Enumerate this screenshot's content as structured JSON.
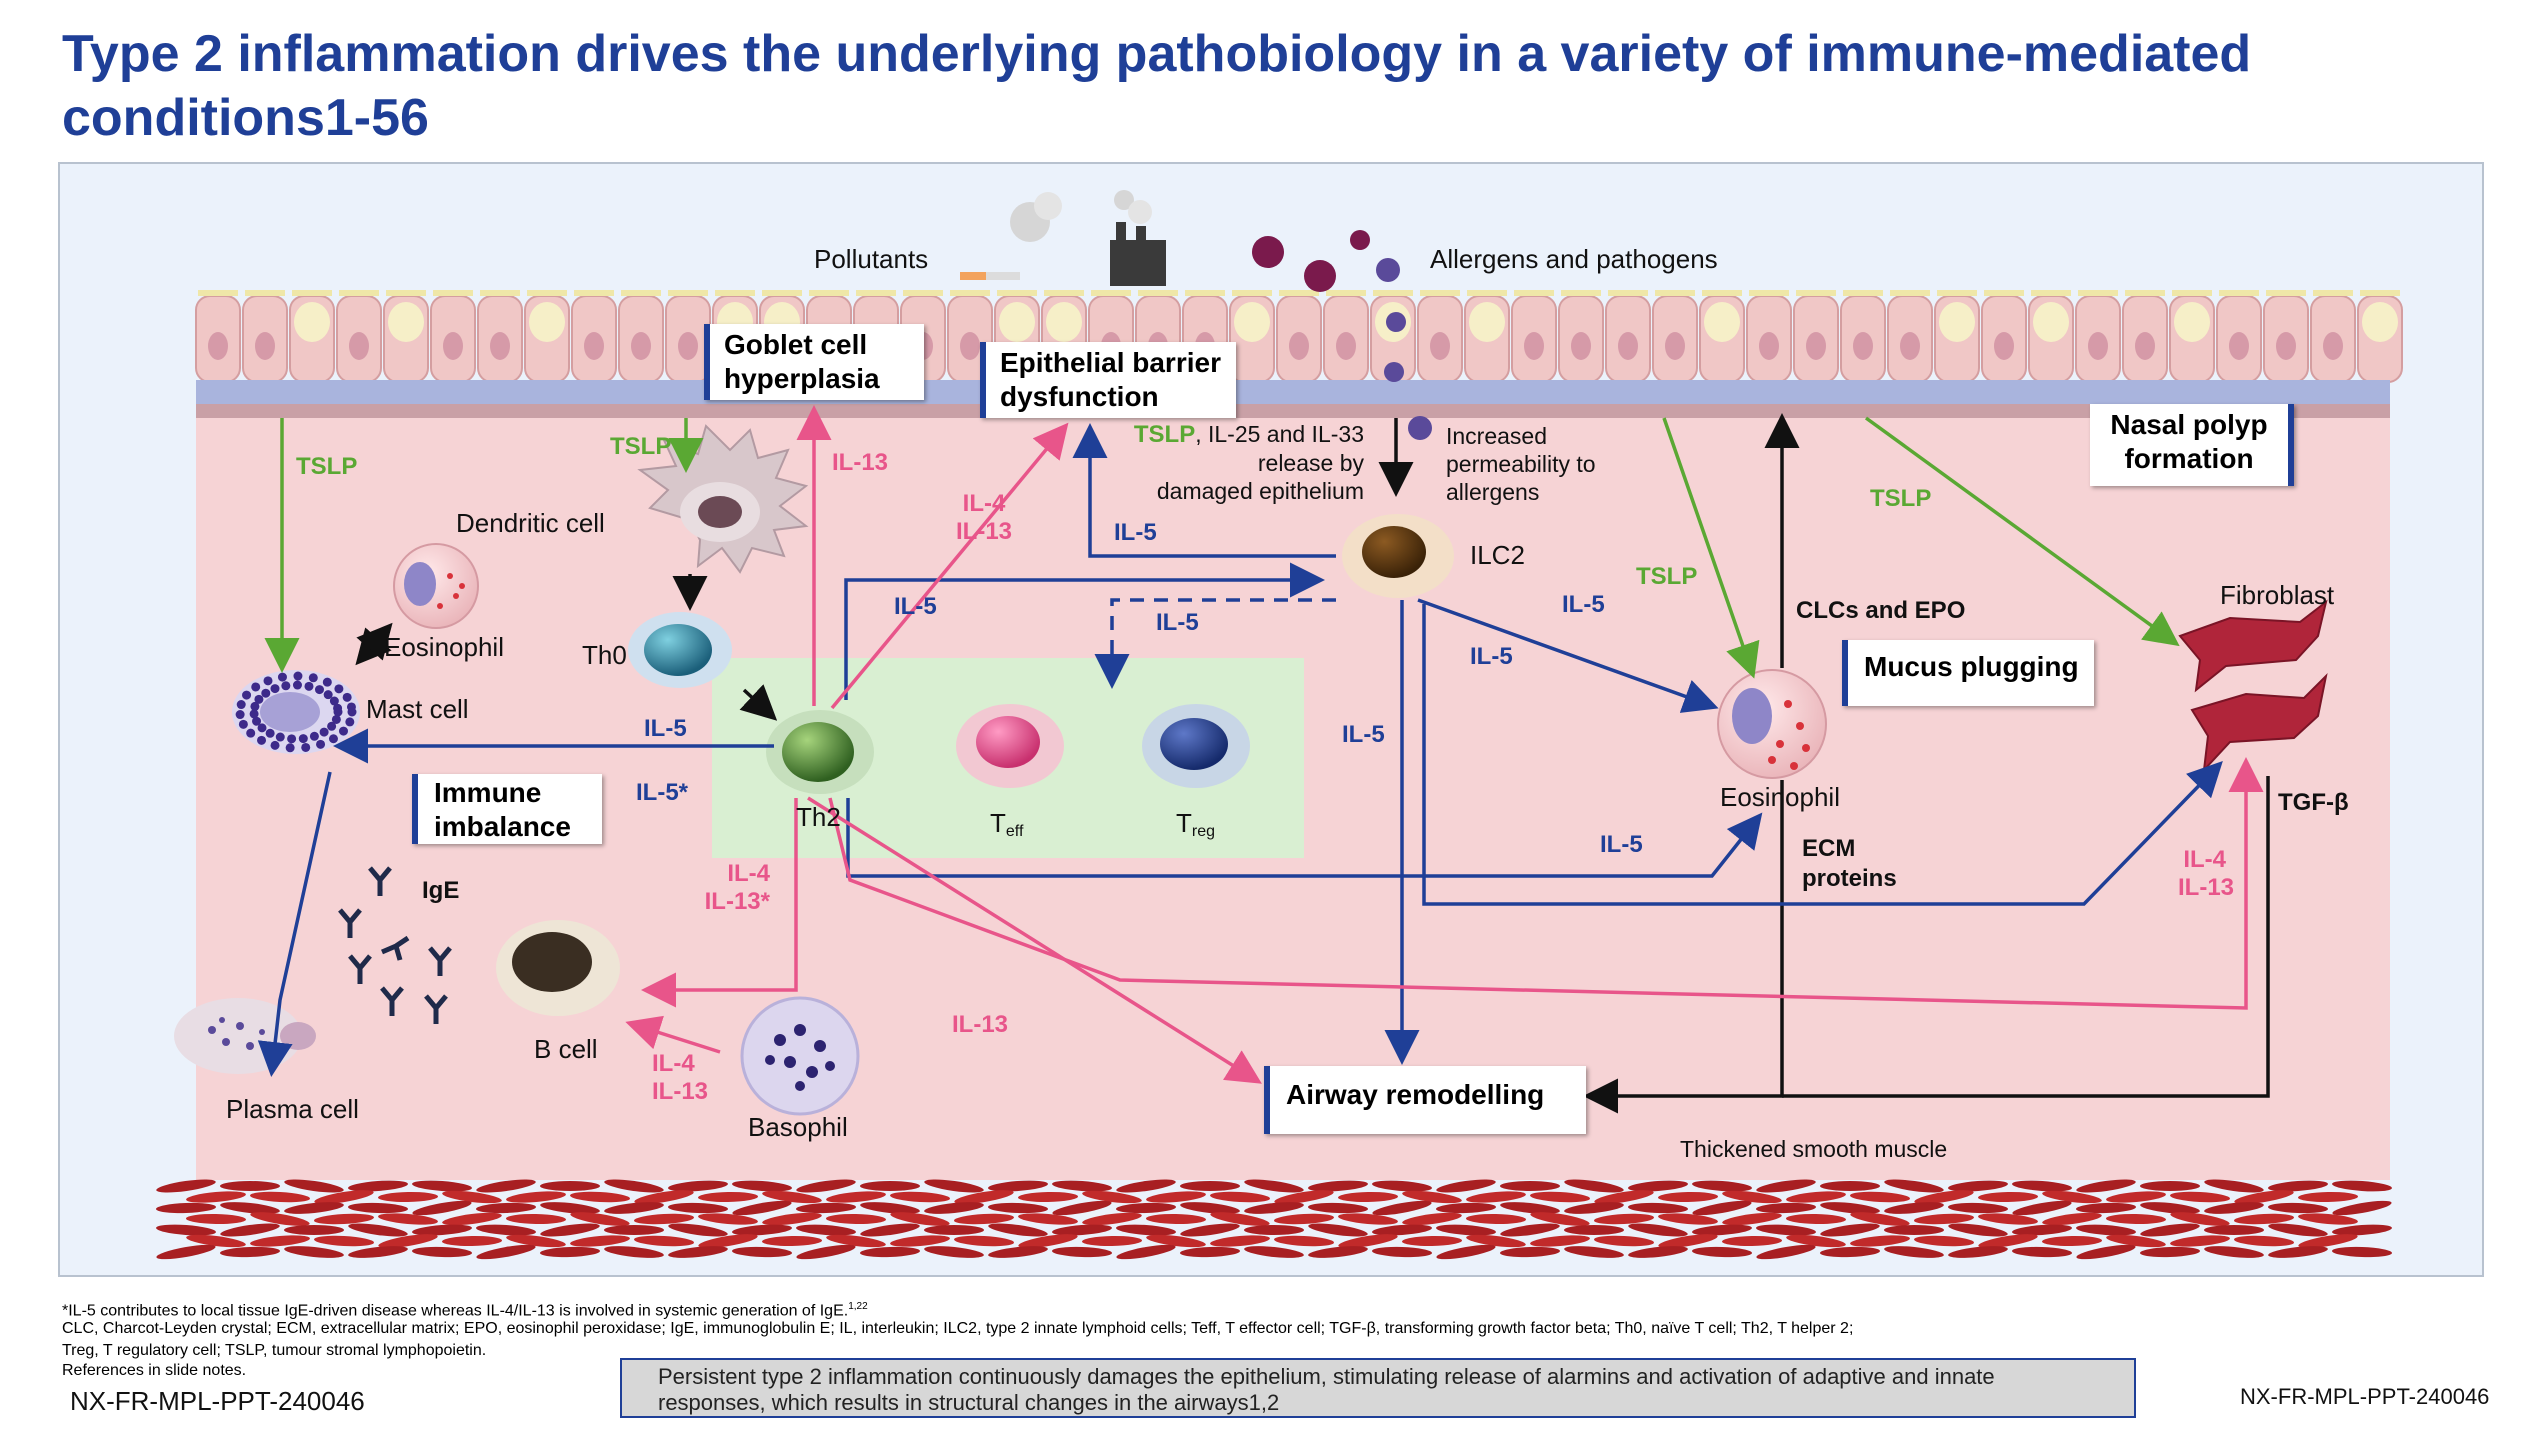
{
  "title": "Type 2 inflammation drives the underlying pathobiology in a variety of immune-mediated conditions1-56",
  "labels": {
    "pollutants": "Pollutants",
    "allergens": "Allergens and pathogens",
    "dendritic_cell": "Dendritic cell",
    "eosinophil_left": "Eosinophil",
    "mast_cell": "Mast cell",
    "th0": "Th0",
    "th2": "Th2",
    "teff": "T",
    "teff_sub": "eff",
    "treg": "T",
    "treg_sub": "reg",
    "ige": "IgE",
    "b_cell": "B cell",
    "plasma_cell": "Plasma cell",
    "basophil": "Basophil",
    "ilc2": "ILC2",
    "eosinophil_right": "Eosinophil",
    "fibroblast": "Fibroblast",
    "clcs_epo": "CLCs and EPO",
    "ecm_proteins": "ECM proteins",
    "tgf_beta": "TGF-β",
    "thickened_muscle": "Thickened smooth muscle",
    "tslp_release": "TSLP",
    "release_rest_1": ", IL-25 and IL-33",
    "release_rest_2": "release by",
    "release_rest_3": "damaged epithelium",
    "permeability": "Increased permeability to allergens"
  },
  "boxes": {
    "goblet": "Goblet cell hyperplasia",
    "barrier": "Epithelial barrier dysfunction",
    "nasal_polyp": "Nasal polyp formation",
    "mucus": "Mucus plugging",
    "immune": "Immune imbalance",
    "airway": "Airway remodelling"
  },
  "pathway_labels": {
    "tslp": "TSLP",
    "il5": "IL-5",
    "il5_star": "IL-5*",
    "il13": "IL-13",
    "il4": "IL-4",
    "il13_star": "IL-13*"
  },
  "colors": {
    "title": "#1f3f97",
    "il5_arrow": "#1f3f97",
    "il4_il13_arrow": "#e8558a",
    "tslp_arrow": "#5aa833",
    "mucosa": "#f6d3d5",
    "panel": "#ebf2fb",
    "t_cell_zone": "#d9efd2"
  },
  "footnotes": {
    "line1": "*IL-5 contributes to local tissue IgE-driven disease whereas IL-4/IL-13 is involved in systemic generation of IgE.",
    "line1_ref": "1,22",
    "line2": "CLC, Charcot-Leyden crystal; ECM, extracellular matrix; EPO, eosinophil peroxidase; IgE, immunoglobulin E; IL, interleukin; ILC2, type 2 innate lymphoid cells; Teff, T effector cell; TGF-β, transforming growth factor beta; Th0, naïve T cell; Th2, T helper 2;",
    "line3": "Treg, T regulatory cell; TSLP, tumour stromal lymphopoietin.",
    "line4": "References in slide notes."
  },
  "banner": "Persistent type 2 inflammation continuously damages the epithelium, stimulating release of alarmins and activation of adaptive and innate responses, which results in structural changes in the airways1,2",
  "code_left": "NX-FR-MPL-PPT-240046",
  "code_right": "NX-FR-MPL-PPT-240046"
}
